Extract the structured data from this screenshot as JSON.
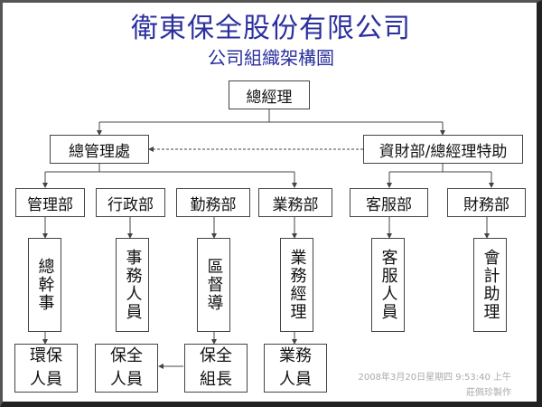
{
  "header": {
    "company_name": "衛東保全股份有限公司",
    "chart_title": "公司組織架構圖"
  },
  "nodes": {
    "general_manager": "總經理",
    "general_admin": "總管理處",
    "finance_assistant": "資財部/總經理特助",
    "dept_management": "管理部",
    "dept_admin": "行政部",
    "dept_duty": "勤務部",
    "dept_business": "業務部",
    "dept_customer_service": "客服部",
    "dept_finance": "財務部",
    "role_general_affairs": "總幹事",
    "role_clerk": "事務人員",
    "role_area_supervisor": "區督導",
    "role_business_manager": "業務經理",
    "role_cs_staff": "客服人員",
    "role_accounting_assistant": "會計助理",
    "role_env_staff": "環保\n人員",
    "role_security_staff": "保全\n人員",
    "role_security_leader": "保全\n組長",
    "role_business_staff": "業務\n人員"
  },
  "footer": {
    "timestamp": "2008年3月20日星期四  9:53:40 上午",
    "author": "莊佩珍製作"
  },
  "colors": {
    "title": "#2b2f9e",
    "line": "#444444",
    "footer_text": "#aaaaaa"
  }
}
